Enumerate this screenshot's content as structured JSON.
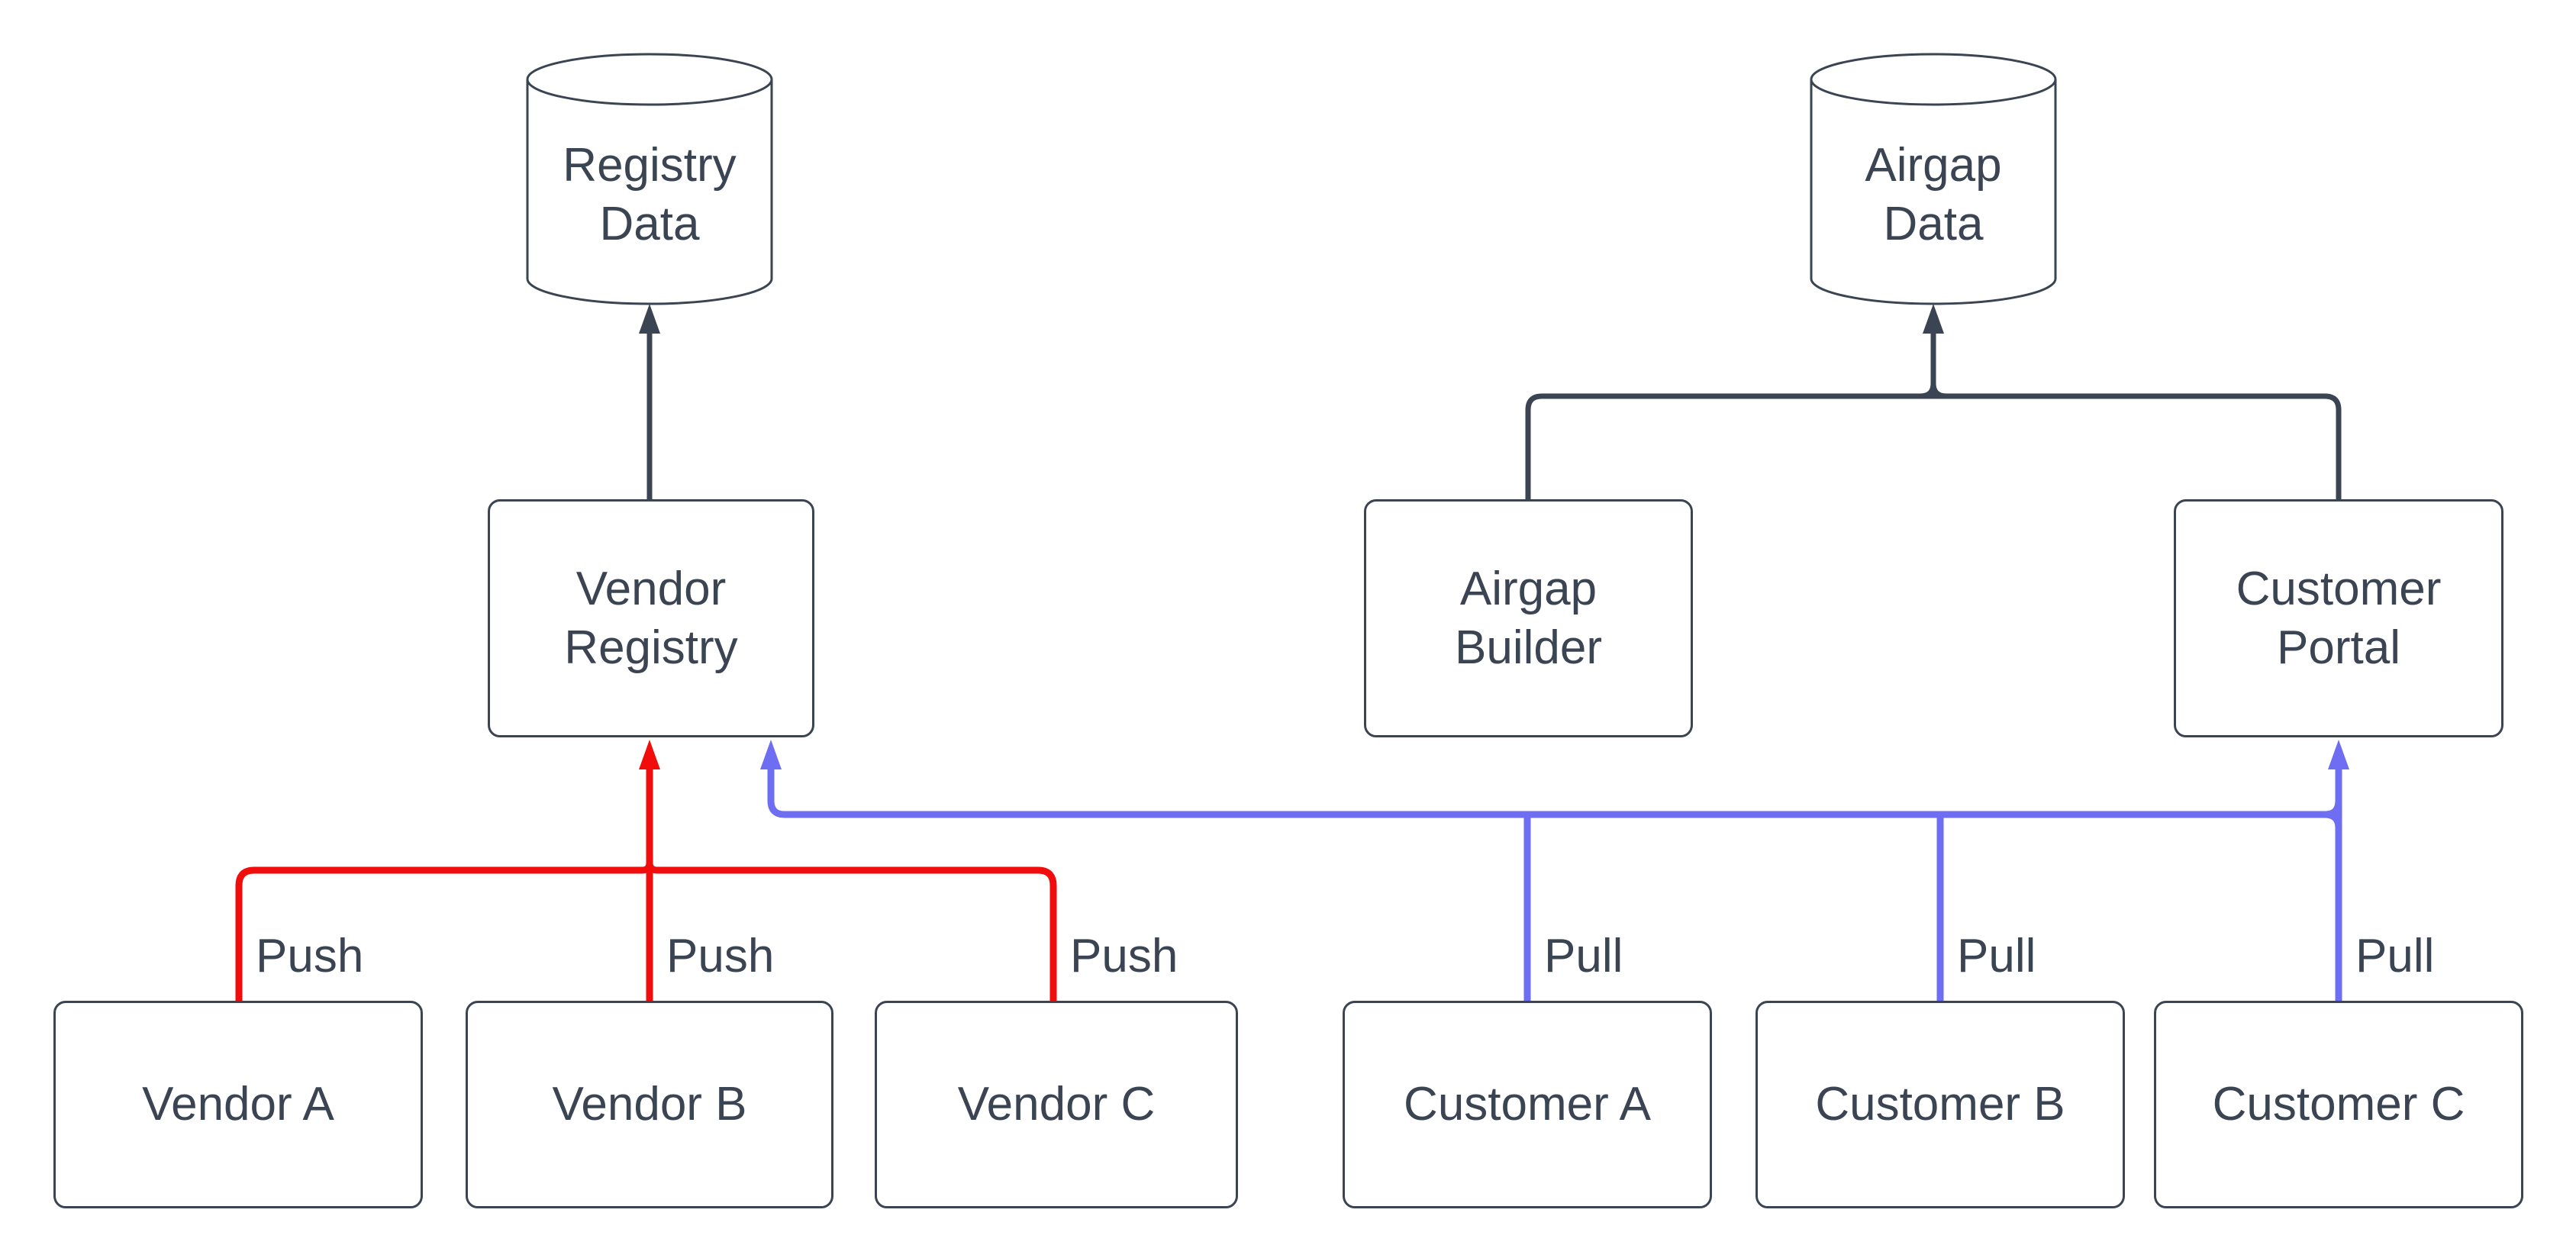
{
  "diagram": {
    "colors": {
      "background": "#ffffff",
      "node_stroke": "#3b4452",
      "text": "#3b4452",
      "data_edge": "#3b4452",
      "push_edge": "#f20d0d",
      "pull_edge": "#6e6ef2"
    },
    "datastores": [
      {
        "name": "registry-data",
        "lines": [
          "Registry",
          "Data"
        ]
      },
      {
        "name": "airgap-data",
        "lines": [
          "Airgap",
          "Data"
        ]
      }
    ],
    "services": [
      {
        "name": "vendor-registry",
        "lines": [
          "Vendor",
          "Registry"
        ]
      },
      {
        "name": "airgap-builder",
        "lines": [
          "Airgap",
          "Builder"
        ]
      },
      {
        "name": "customer-portal",
        "lines": [
          "Customer",
          "Portal"
        ]
      }
    ],
    "leaves": [
      {
        "name": "vendor-a",
        "label": "Vendor A",
        "edge_label": "Push"
      },
      {
        "name": "vendor-b",
        "label": "Vendor B",
        "edge_label": "Push"
      },
      {
        "name": "vendor-c",
        "label": "Vendor C",
        "edge_label": "Push"
      },
      {
        "name": "customer-a",
        "label": "Customer A",
        "edge_label": "Pull"
      },
      {
        "name": "customer-b",
        "label": "Customer B",
        "edge_label": "Pull"
      },
      {
        "name": "customer-c",
        "label": "Customer C",
        "edge_label": "Pull"
      }
    ]
  }
}
